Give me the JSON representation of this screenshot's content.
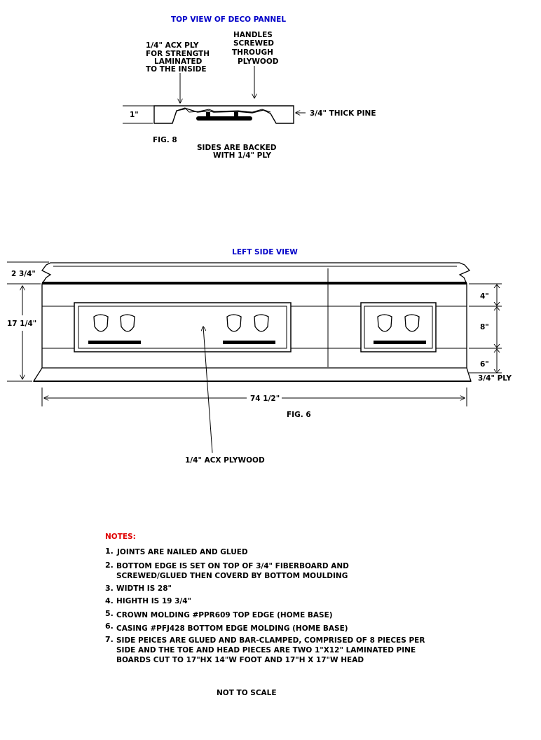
{
  "colors": {
    "heading_blue": "#0000c8",
    "notes_red": "#e00000",
    "ink": "#000000"
  },
  "top_view": {
    "title": "TOP VIEW OF DECO PANNEL",
    "ply_label": [
      "1/4\"  ACX PLY",
      "FOR STRENGTH",
      "LAMINATED",
      "TO THE INSIDE"
    ],
    "handles_label": [
      "HANDLES",
      "SCREWED",
      "THROUGH",
      "PLYWOOD"
    ],
    "thickness_dim": "1\"",
    "pine_label": "3/4\" THICK PINE",
    "fig_label": "FIG. 8",
    "sides_note": [
      "SIDES ARE BACKED",
      "WITH 1/4\" PLY"
    ]
  },
  "side_view": {
    "title": "LEFT SIDE VIEW",
    "dim_crown": "2 3/4\"",
    "dim_height": "17 1/4\"",
    "dim_top_band": "4\"",
    "dim_middle_band": "8\"",
    "dim_bottom_band": "6\"",
    "dim_ply": "3/4\" PLY",
    "dim_length": "74 1/2\"",
    "fig_label": "FIG. 6",
    "ply_label": "1/4\"  ACX PLYWOOD"
  },
  "notes": {
    "heading": "NOTES:",
    "items": [
      {
        "num": "1.",
        "lines": [
          "JOINTS ARE NAILED AND GLUED"
        ]
      },
      {
        "num": "2.",
        "lines": [
          "BOTTOM EDGE IS SET ON TOP OF 3/4\" FIBERBOARD  AND",
          "SCREWED/GLUED THEN COVERD BY BOTTOM MOULDING"
        ]
      },
      {
        "num": "3.",
        "lines": [
          "WIDTH IS 28\""
        ]
      },
      {
        "num": "4.",
        "lines": [
          "HIGHTH IS  19 3/4\""
        ]
      },
      {
        "num": "5.",
        "lines": [
          "CROWN MOLDING #PPR609 TOP EDGE (HOME BASE)"
        ]
      },
      {
        "num": "6.",
        "lines": [
          "CASING #PFJ428 BOTTOM EDGE MOLDING (HOME BASE)"
        ]
      },
      {
        "num": "7.",
        "lines": [
          "SIDE PEICES  ARE GLUED AND BAR-CLAMPED, COMPRISED OF 8  PIECES  PER",
          "SIDE AND THE TOE AND HEAD  PIECES  ARE TWO  1\"X12\" LAMINATED PINE",
          "BOARDS CUT TO 17\"HX 14\"W FOOT AND 17\"H X 17\"W HEAD"
        ]
      }
    ]
  },
  "footer": {
    "not_to_scale": "NOT TO SCALE"
  }
}
